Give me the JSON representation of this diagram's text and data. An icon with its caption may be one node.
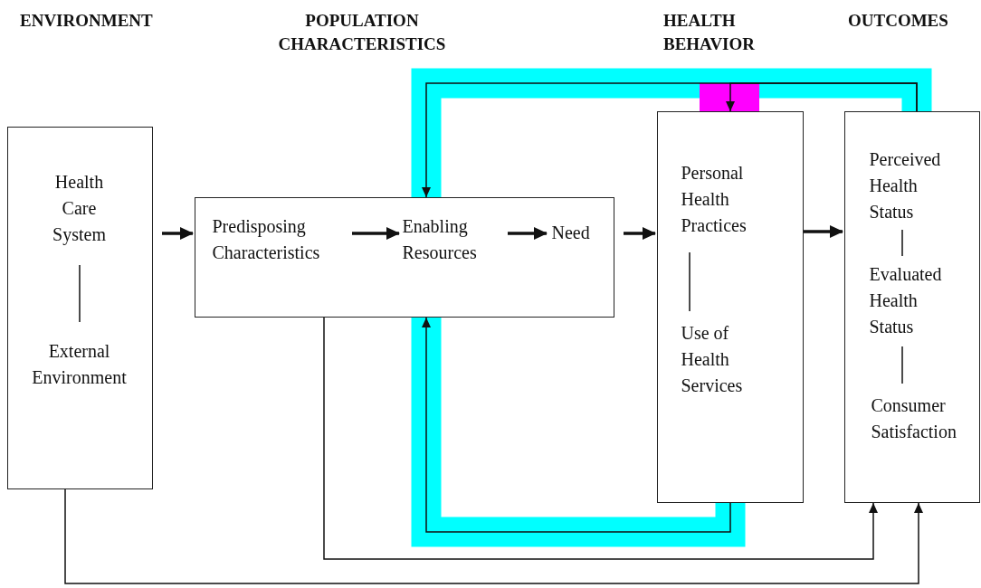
{
  "diagram": {
    "nodes": [
      {
        "text": [],
        "shape": "box"
      },
      {
        "text": [
          "Health Care System"
        ],
        "in": 0
      },
      {
        "text": [
          "External Environment"
        ],
        "in": 0
      },
      {
        "text": [],
        "shape": "box"
      },
      {
        "text": [
          "Predisposing Characteristics"
        ],
        "in": 3
      },
      {
        "text": [
          "Enabling Resources"
        ],
        "in": 3
      },
      {
        "text": [
          "Need"
        ],
        "in": 3
      },
      {
        "text": [],
        "shape": "box"
      },
      {
        "text": [
          "Personal Health Practices"
        ],
        "in": 7
      },
      {
        "text": [
          "Use of Health Services"
        ],
        "in": 7
      },
      {
        "text": [],
        "shape": "box"
      },
      {
        "text": [
          "Perceived Health Status"
        ],
        "in": 10
      },
      {
        "text": [
          "Evaluated Health Status"
        ],
        "in": 10
      },
      {
        "text": [
          "Consumer Satisfaction"
        ],
        "in": 10
      }
    ],
    "edges": [
      {
        "from": 1,
        "to": 2,
        "arrow": "none"
      },
      {
        "from": 0,
        "to": 3,
        "arrow": "to",
        "style": "thick"
      },
      {
        "from": 4,
        "to": 5,
        "arrow": "to",
        "style": "thick"
      },
      {
        "from": 5,
        "to": 6,
        "arrow": "to",
        "style": "thick"
      },
      {
        "from": 3,
        "to": 7,
        "arrow": "to",
        "style": "thick"
      },
      {
        "from": 8,
        "to": 9,
        "arrow": "none"
      },
      {
        "from": 7,
        "to": 10,
        "arrow": "to",
        "style": "thick"
      },
      {
        "from": 11,
        "to": 12,
        "arrow": "none"
      },
      {
        "from": 12,
        "to": 13,
        "arrow": "none"
      },
      {
        "from": 10,
        "to": 3,
        "arrow": "to"
      },
      {
        "from": 10,
        "to": 7,
        "arrow": "to"
      },
      {
        "from": 7,
        "to": 3,
        "arrow": "to"
      },
      {
        "from": 3,
        "to": 10,
        "arrow": "to"
      },
      {
        "from": 0,
        "to": 10,
        "arrow": "to"
      }
    ],
    "labels": [
      "ENVIRONMENT",
      "POPULATION CHARACTERISTICS",
      "HEALTH BEHAVIOR",
      "OUTCOMES"
    ]
  }
}
